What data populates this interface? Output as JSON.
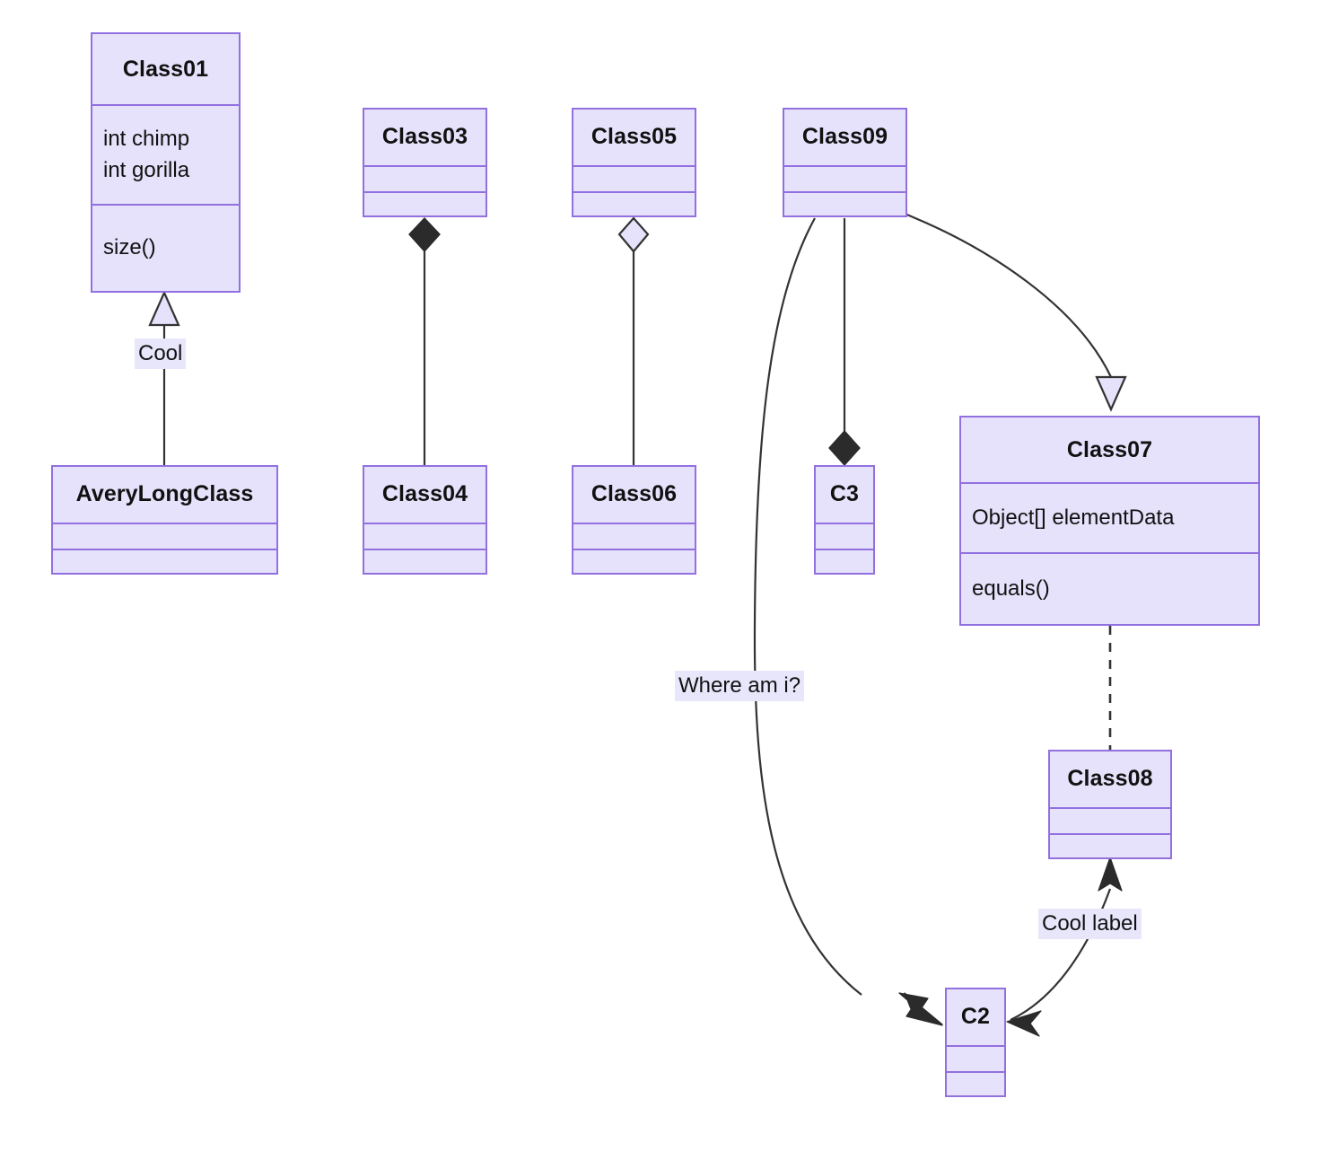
{
  "diagram": {
    "type": "uml-class-diagram",
    "title": "",
    "colors": {
      "node_fill": "#e6e2fb",
      "node_border": "#9370e0",
      "edge_stroke": "#333333",
      "label_background": "#e8e6fb",
      "text": "#111111",
      "canvas": "#ffffff"
    },
    "classes": [
      {
        "id": "Class01",
        "name": "Class01",
        "attributes": [
          "int chimp",
          "int gorilla"
        ],
        "methods": [
          "size()"
        ]
      },
      {
        "id": "AveryLongClass",
        "name": "AveryLongClass",
        "attributes": [],
        "methods": []
      },
      {
        "id": "Class03",
        "name": "Class03",
        "attributes": [],
        "methods": []
      },
      {
        "id": "Class04",
        "name": "Class04",
        "attributes": [],
        "methods": []
      },
      {
        "id": "Class05",
        "name": "Class05",
        "attributes": [],
        "methods": []
      },
      {
        "id": "Class06",
        "name": "Class06",
        "attributes": [],
        "methods": []
      },
      {
        "id": "Class09",
        "name": "Class09",
        "attributes": [],
        "methods": []
      },
      {
        "id": "C3",
        "name": "C3",
        "attributes": [],
        "methods": []
      },
      {
        "id": "Class07",
        "name": "Class07",
        "attributes": [
          "Object[] elementData"
        ],
        "methods": [
          "equals()"
        ]
      },
      {
        "id": "Class08",
        "name": "Class08",
        "attributes": [],
        "methods": []
      },
      {
        "id": "C2",
        "name": "C2",
        "attributes": [],
        "methods": []
      }
    ],
    "relationships": [
      {
        "id": "rel-class01-averylongclass",
        "from": "AveryLongClass",
        "to": "Class01",
        "kind": "inheritance",
        "marker": "hollow-triangle",
        "line": "solid",
        "label": "Cool"
      },
      {
        "id": "rel-class03-class04",
        "from": "Class04",
        "to": "Class03",
        "kind": "composition",
        "marker": "filled-diamond",
        "line": "solid",
        "label": ""
      },
      {
        "id": "rel-class05-class06",
        "from": "Class06",
        "to": "Class05",
        "kind": "aggregation",
        "marker": "hollow-diamond",
        "line": "solid",
        "label": ""
      },
      {
        "id": "rel-class09-c2",
        "from": "Class09",
        "to": "C2",
        "kind": "association",
        "marker": "open-arrow",
        "line": "solid",
        "label": "Where am i?"
      },
      {
        "id": "rel-class09-c3",
        "from": "Class09",
        "to": "C3",
        "kind": "composition",
        "marker": "filled-diamond",
        "line": "solid",
        "label": ""
      },
      {
        "id": "rel-class09-class07",
        "from": "Class09",
        "to": "Class07",
        "kind": "inheritance",
        "marker": "hollow-triangle",
        "line": "solid",
        "label": ""
      },
      {
        "id": "rel-class07-class08",
        "from": "Class07",
        "to": "Class08",
        "kind": "dependency",
        "marker": "none",
        "line": "dashed",
        "label": ""
      },
      {
        "id": "rel-c2-class08",
        "from": "C2",
        "to": "Class08",
        "kind": "bidirectional-association",
        "marker": "open-arrow-both",
        "line": "solid",
        "label": "Cool label"
      }
    ],
    "edge_labels": {
      "cool": "Cool",
      "where_am_i": "Where am i?",
      "cool_label": "Cool label"
    }
  }
}
